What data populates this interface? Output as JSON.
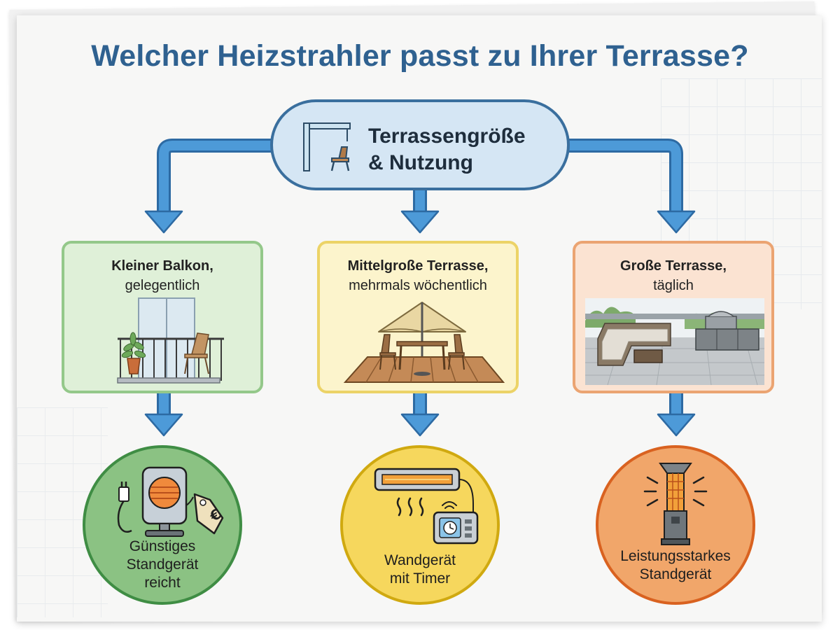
{
  "title": "Welcher Heizstrahler passt zu Ihrer Terrasse?",
  "root": {
    "line1": "Terrassengröße",
    "line2": "& Nutzung",
    "icon": "terrace-chair-icon"
  },
  "branches": [
    {
      "title_bold": "Kleiner Balkon,",
      "title_rest": "gelegentlich",
      "illustration": "balcony-illustration",
      "result_lines": [
        "Günstiges",
        "Standgerät",
        "reicht"
      ],
      "result_icon": "portable-heater-price-tag-icon"
    },
    {
      "title_bold": "Mittelgroße Terrasse,",
      "title_rest": "mehrmals wöchentlich",
      "illustration": "patio-umbrella-deck-illustration",
      "result_lines": [
        "Wandgerät",
        "mit Timer"
      ],
      "result_icon": "wall-heater-timer-icon"
    },
    {
      "title_bold": "Große Terrasse,",
      "title_rest": "täglich",
      "illustration": "large-terrace-lounge-illustration",
      "result_lines": [
        "Leistungsstarkes",
        "Standgerät"
      ],
      "result_icon": "patio-tower-heater-icon"
    }
  ],
  "colors": {
    "title": "#2f6190",
    "arrow": "#4d9ad8",
    "arrow_outline": "#2d6aa3",
    "small_card": "#dff0d8",
    "medium_card": "#fcf4cc",
    "large_card": "#fbe3d2",
    "small_result": "#8bc283",
    "medium_result": "#f6d75d",
    "large_result": "#f1a66a"
  }
}
